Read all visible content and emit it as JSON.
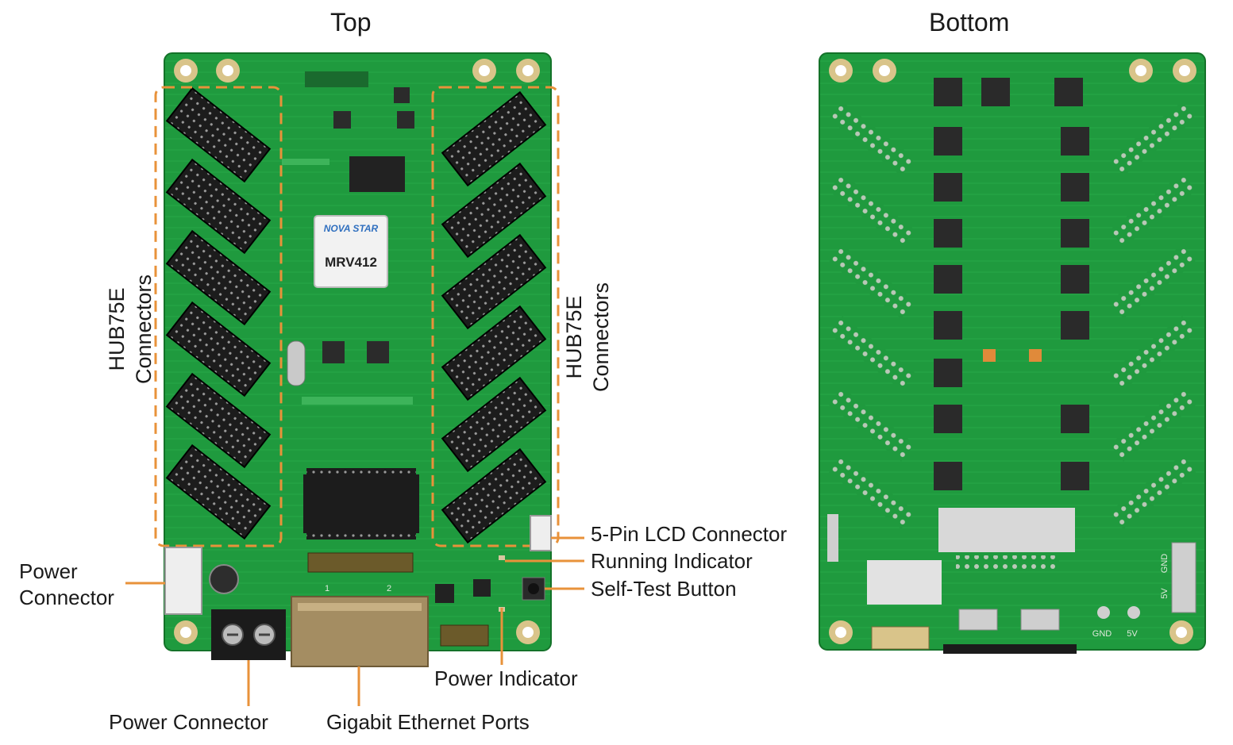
{
  "titles": {
    "top": "Top",
    "bottom": "Bottom"
  },
  "board_text": {
    "brand": "NOVA STAR",
    "model": "MRV412",
    "port1": "1",
    "port2": "2",
    "gnd_1": "GND",
    "v5_1": "5V",
    "gnd_2": "GND",
    "v5_2": "5V"
  },
  "labels": {
    "hub_left_line1": "HUB75E",
    "hub_left_line2": "Connectors",
    "hub_right_line1": "HUB75E",
    "hub_right_line2": "Connectors",
    "lcd": "5-Pin LCD Connector",
    "running": "Running Indicator",
    "selftest": "Self-Test Button",
    "power_conn_side_line1": "Power",
    "power_conn_side_line2": "Connector",
    "power_indicator": "Power Indicator",
    "power_conn_bottom": "Power Connector",
    "ethernet": "Gigabit Ethernet Ports"
  },
  "colors": {
    "pcb": "#1f9a3e",
    "pcb_dark": "#157a2c",
    "callout": "#e8923a",
    "connector": "#1c1c1c"
  }
}
